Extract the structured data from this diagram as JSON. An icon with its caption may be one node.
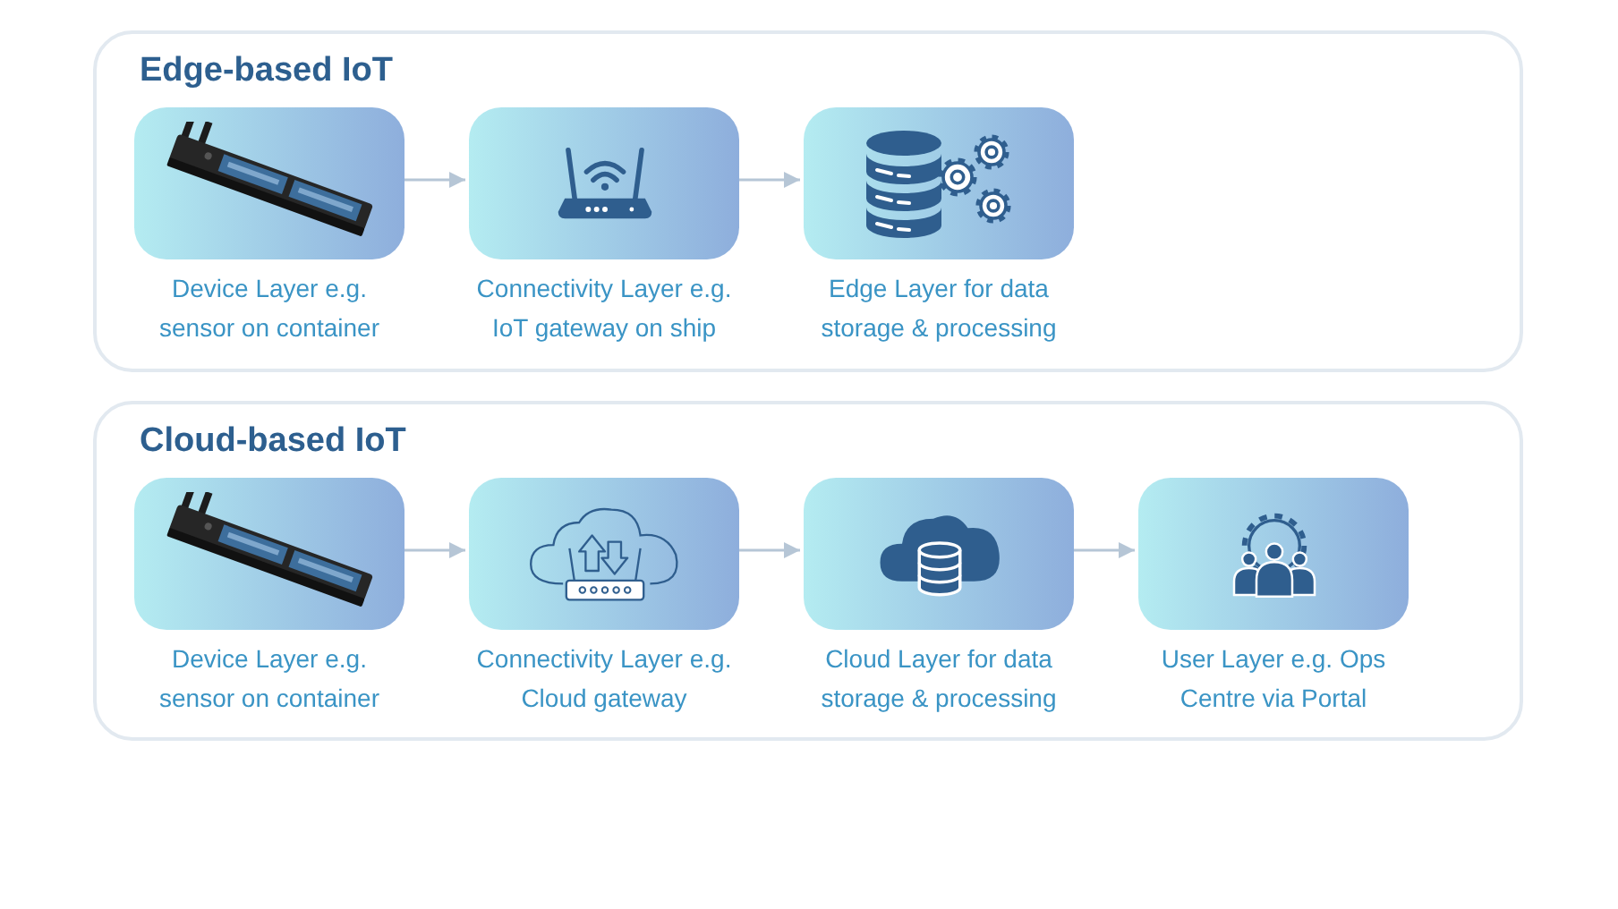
{
  "diagram": {
    "nodes": [
      {
        "text": [
          "Edge-based IoT"
        ]
      },
      {
        "text": [],
        "shape": "picture",
        "in": 0,
        "beside": [
          "Device Layer e.g. sensor on container"
        ]
      },
      {
        "text": [],
        "shape": "picture",
        "in": 0,
        "beside": [
          "Connectivity Layer e.g. IoT gateway on ship"
        ]
      },
      {
        "text": [],
        "shape": "picture",
        "in": 0,
        "beside": [
          "Edge Layer for data storage & processing"
        ]
      },
      {
        "text": [
          "Cloud-based IoT"
        ]
      },
      {
        "text": [],
        "shape": "picture",
        "in": 4,
        "beside": [
          "Device Layer e.g. sensor on container"
        ]
      },
      {
        "text": [],
        "shape": "picture",
        "in": 4,
        "beside": [
          "Connectivity Layer e.g. Cloud gateway"
        ]
      },
      {
        "text": [],
        "shape": "picture",
        "in": 4,
        "beside": [
          "Cloud Layer for data storage & processing"
        ]
      },
      {
        "text": [],
        "shape": "picture",
        "in": 4,
        "beside": [
          "User Layer e.g. Ops Centre via Portal"
        ]
      }
    ],
    "edges": [
      {
        "from": 1,
        "to": 2,
        "arrow": "to"
      },
      {
        "from": 2,
        "to": 3,
        "arrow": "to"
      },
      {
        "from": 5,
        "to": 6,
        "arrow": "to"
      },
      {
        "from": 6,
        "to": 7,
        "arrow": "to"
      },
      {
        "from": 7,
        "to": 8,
        "arrow": "to"
      }
    ]
  }
}
